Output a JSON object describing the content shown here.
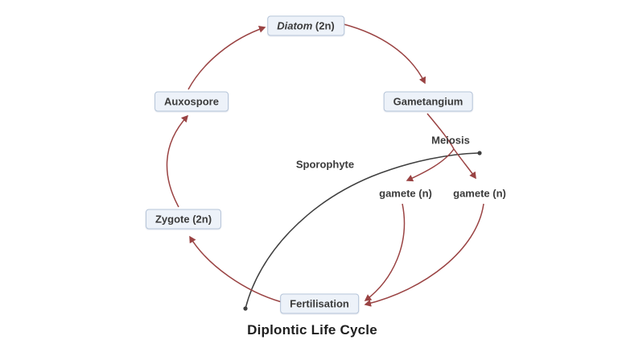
{
  "title": "Diplontic Life Cycle",
  "diagram": {
    "nodes": {
      "diatom": {
        "name": "Diatom",
        "suffix": " (2n)"
      },
      "auxospore": {
        "label": "Auxospore"
      },
      "gametangium": {
        "label": "Gametangium"
      },
      "zygote": {
        "label": "Zygote (2n)"
      },
      "fertilisation": {
        "label": "Fertilisation"
      }
    },
    "labels": {
      "meiosis": "Meiosis",
      "sporophyte": "Sporophyte",
      "gamete_left": "gamete (n)",
      "gamete_right": "gamete (n)"
    },
    "edges": [
      {
        "from": "zygote",
        "to": "auxospore"
      },
      {
        "from": "auxospore",
        "to": "diatom"
      },
      {
        "from": "diatom",
        "to": "gametangium"
      },
      {
        "from": "gametangium",
        "to": "meiosis"
      },
      {
        "from": "meiosis",
        "to": "gamete_left"
      },
      {
        "from": "meiosis",
        "to": "gamete_right"
      },
      {
        "from": "gamete_left",
        "to": "fertilisation"
      },
      {
        "from": "gamete_right",
        "to": "fertilisation"
      },
      {
        "from": "fertilisation",
        "to": "zygote"
      }
    ],
    "phase_line": {
      "label": "Sporophyte",
      "from": "fertilisation",
      "to": "meiosis"
    },
    "colors": {
      "arrow": "#9a4343",
      "phase_line": "#3f3f3f",
      "box_fill": "#edf2f9",
      "box_border": "#b6c5d9",
      "text": "#3b3b3b"
    }
  }
}
